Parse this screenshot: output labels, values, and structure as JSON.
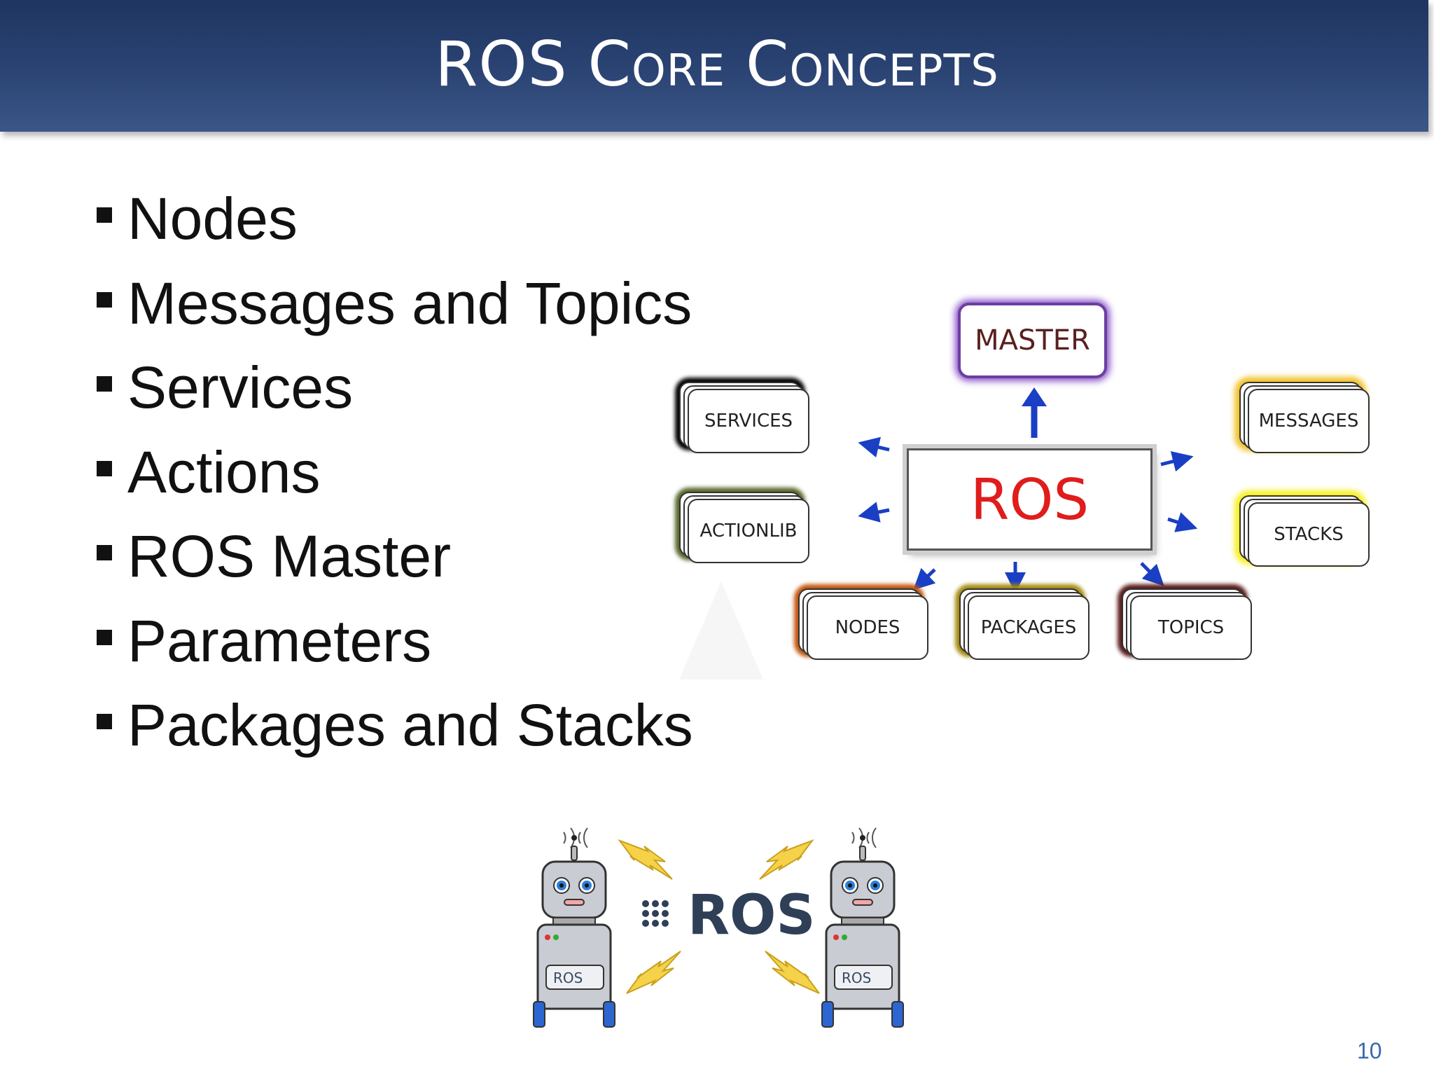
{
  "slide": {
    "title": "ROS Core Concepts",
    "page_number": "10"
  },
  "bullets": [
    "Nodes",
    "Messages and Topics",
    "Services",
    "Actions",
    "ROS Master",
    "Parameters",
    "Packages and Stacks"
  ],
  "diagram": {
    "center_label": "ROS",
    "master_label": "MASTER",
    "cards": {
      "services": "SERVICES",
      "actionlib": "ACTIONLIB",
      "nodes": "NODES",
      "packages": "PACKAGES",
      "topics": "TOPICS",
      "messages": "MESSAGES",
      "stacks": "STACKS"
    },
    "colors": {
      "master_glow": "#8a52c9",
      "ros_text": "#e01c1c",
      "arrow": "#1a3fc4"
    }
  },
  "illustration": {
    "logo_text": "ROS",
    "robot_badge": "ROS"
  }
}
